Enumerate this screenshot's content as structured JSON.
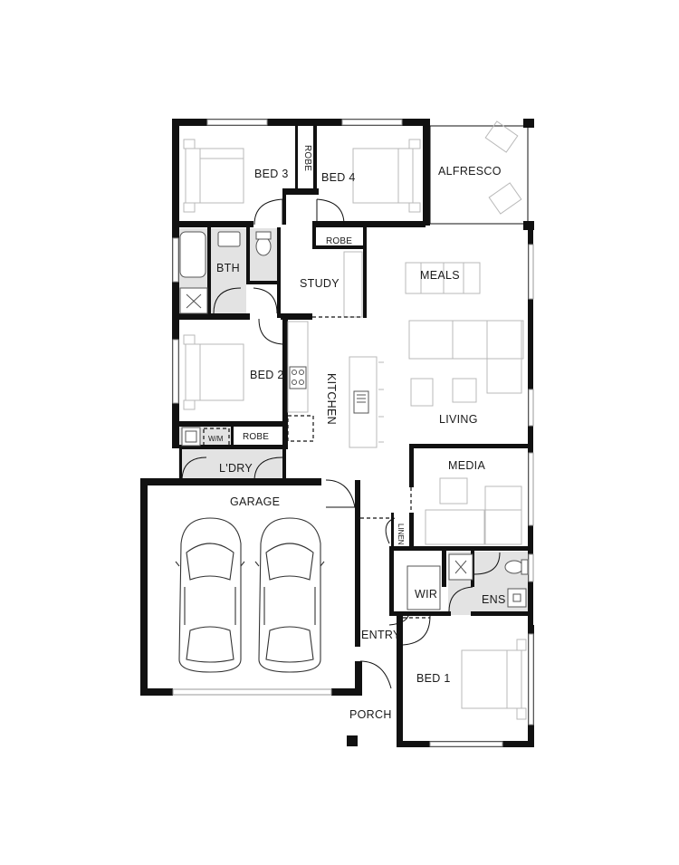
{
  "labels": {
    "bed3": "BED 3",
    "bed4": "BED 4",
    "robe_top": "ROBE",
    "robe_mid": "ROBE",
    "alfresco": "ALFRESCO",
    "bth": "BTH",
    "study": "STUDY",
    "meals": "MEALS",
    "bed2": "BED 2",
    "kitchen": "KITCHEN",
    "living": "LIVING",
    "wm": "W/M",
    "robe_bed2": "ROBE",
    "ldry": "L'DRY",
    "media": "MEDIA",
    "garage": "GARAGE",
    "linen": "LINEN",
    "wir": "WIR",
    "ens": "ENS",
    "entry": "ENTRY",
    "bed1": "BED 1",
    "porch": "PORCH"
  },
  "colors": {
    "wall": "#111111",
    "wet_area": "#e3e3e3",
    "furniture": "#b9b9b9",
    "background": "#ffffff"
  }
}
